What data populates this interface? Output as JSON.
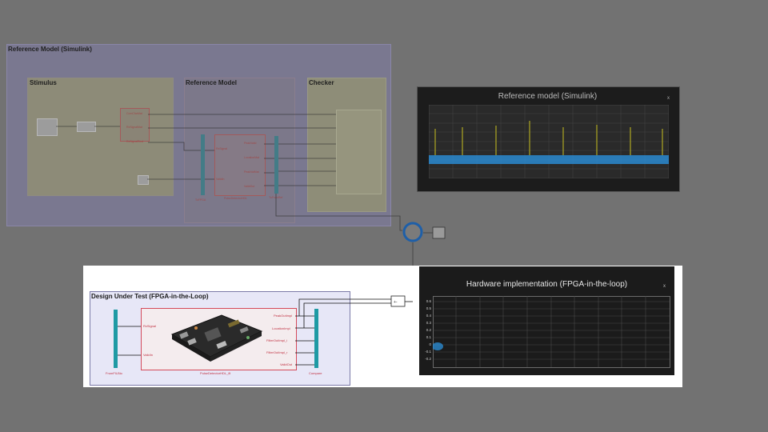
{
  "reference": {
    "title": "Reference Model (Simulink)",
    "stimulus_title": "Stimulus",
    "refmodel_title": "Reference Model",
    "checker_title": "Checker",
    "stimulus_ports": [
      "ComCfarMat",
      "RxSignalMat",
      "RxSignalReal"
    ],
    "refblock_ports_in": [
      "RxSignal",
      "ValidIn"
    ],
    "refblock_ports_out": [
      "PeakValid",
      "LocationMat",
      "PeakValMat",
      "ValidOut"
    ],
    "refblock_label": "PulseDetectorHDL",
    "toy_label": "ToFPGA",
    "outbar_label": "ToFromRef"
  },
  "ref_scope": {
    "title": "Reference model (Simulink)",
    "close_glyph": "x"
  },
  "dut": {
    "title": "Design Under Test (FPGA-in-the-Loop)",
    "left_bar_label": "FromFILBio",
    "inputs": [
      "RxSignal",
      "ValidIn"
    ],
    "outputs": [
      "PeakOutImpl",
      "LocationImpl",
      "FilterOutImpl_i",
      "FilterOutImpl_r",
      "ValidOut"
    ],
    "block_label": "PulseDetectorHDL_fil",
    "right_bar_label": "Compare"
  },
  "hw_scope": {
    "title": "Hardware implementation (FPGA-in-the-loop)",
    "close_glyph": "x",
    "yticks": [
      "0.6",
      "0.5",
      "0.4",
      "0.3",
      "0.2",
      "0.1",
      "0",
      "-0.1",
      "-0.2"
    ]
  },
  "colors": {
    "signal_yellow": "#c8c020",
    "signal_blue": "#2a8ad0",
    "scope_bg": "#1b1b1b",
    "fil_red": "#d44a5a",
    "bus_teal": "#1e7f86"
  }
}
